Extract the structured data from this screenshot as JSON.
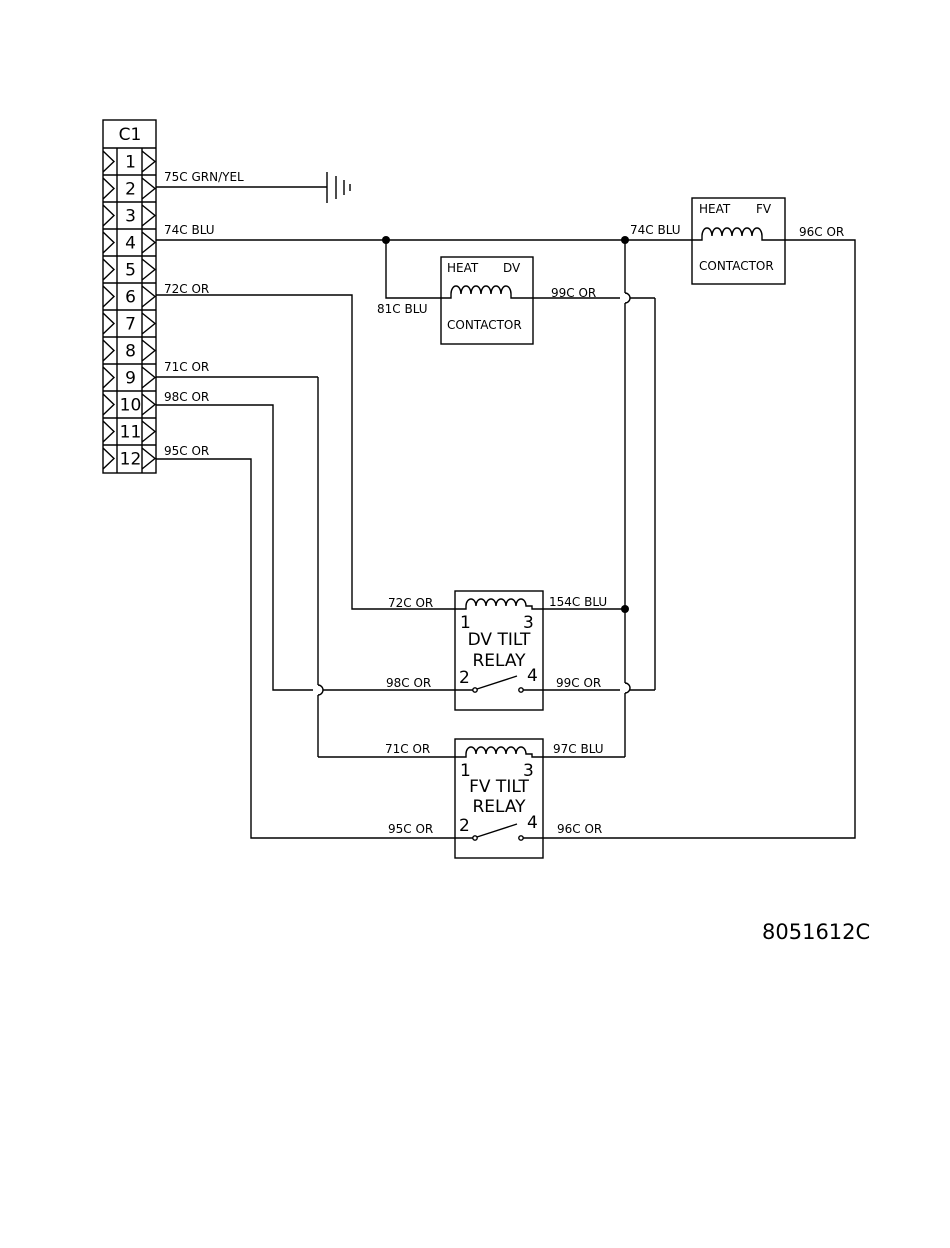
{
  "connector": {
    "name": "C1",
    "pins": [
      "1",
      "2",
      "3",
      "4",
      "5",
      "6",
      "7",
      "8",
      "9",
      "10",
      "11",
      "12"
    ]
  },
  "wires": {
    "w75c": "75C GRN/YEL",
    "w74c_left": "74C BLU",
    "w74c_right": "74C BLU",
    "w72c_left": "72C OR",
    "w72c_relay": "72C OR",
    "w71c_left": "71C OR",
    "w71c_relay": "71C OR",
    "w98c_left": "98C OR",
    "w98c_relay": "98C OR",
    "w95c_left": "95C OR",
    "w95c_relay": "95C OR",
    "w81c": "81C BLU",
    "w99c_top": "99C OR",
    "w99c_relay": "99C OR",
    "w96c_top": "96C OR",
    "w96c_relay": "96C OR",
    "w154c": "154C BLU",
    "w97c": "97C BLU"
  },
  "dv_contactor": {
    "heat": "HEAT",
    "tag": "DV",
    "label": "CONTACTOR"
  },
  "fv_contactor": {
    "heat": "HEAT",
    "tag": "FV",
    "label": "CONTACTOR"
  },
  "dv_relay": {
    "title_line1": "DV TILT",
    "title_line2": "RELAY",
    "pin1": "1",
    "pin2": "2",
    "pin3": "3",
    "pin4": "4"
  },
  "fv_relay": {
    "title_line1": "FV TILT",
    "title_line2": "RELAY",
    "pin1": "1",
    "pin2": "2",
    "pin3": "3",
    "pin4": "4"
  },
  "drawing_number": "8051612C"
}
